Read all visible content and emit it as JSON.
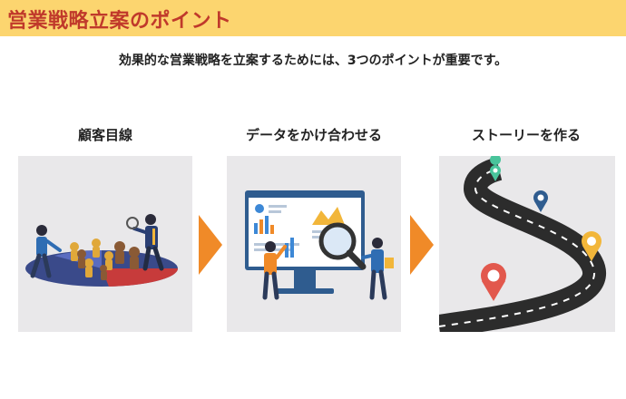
{
  "header": {
    "title": "営業戦略立案のポイント"
  },
  "subtitle": "効果的な営業戦略を立案するためには、3つのポイントが重要です。",
  "points": [
    {
      "label": "顧客目線",
      "illustration": "customer-perspective-illustration"
    },
    {
      "label": "データをかけ合わせる",
      "illustration": "data-analysis-illustration"
    },
    {
      "label": "ストーリーを作る",
      "illustration": "winding-road-illustration"
    }
  ],
  "colors": {
    "header_band": "#fcd56f",
    "title_text": "#c0392b",
    "arrow": "#f08a28",
    "card_bg": "#e9e8ea"
  }
}
